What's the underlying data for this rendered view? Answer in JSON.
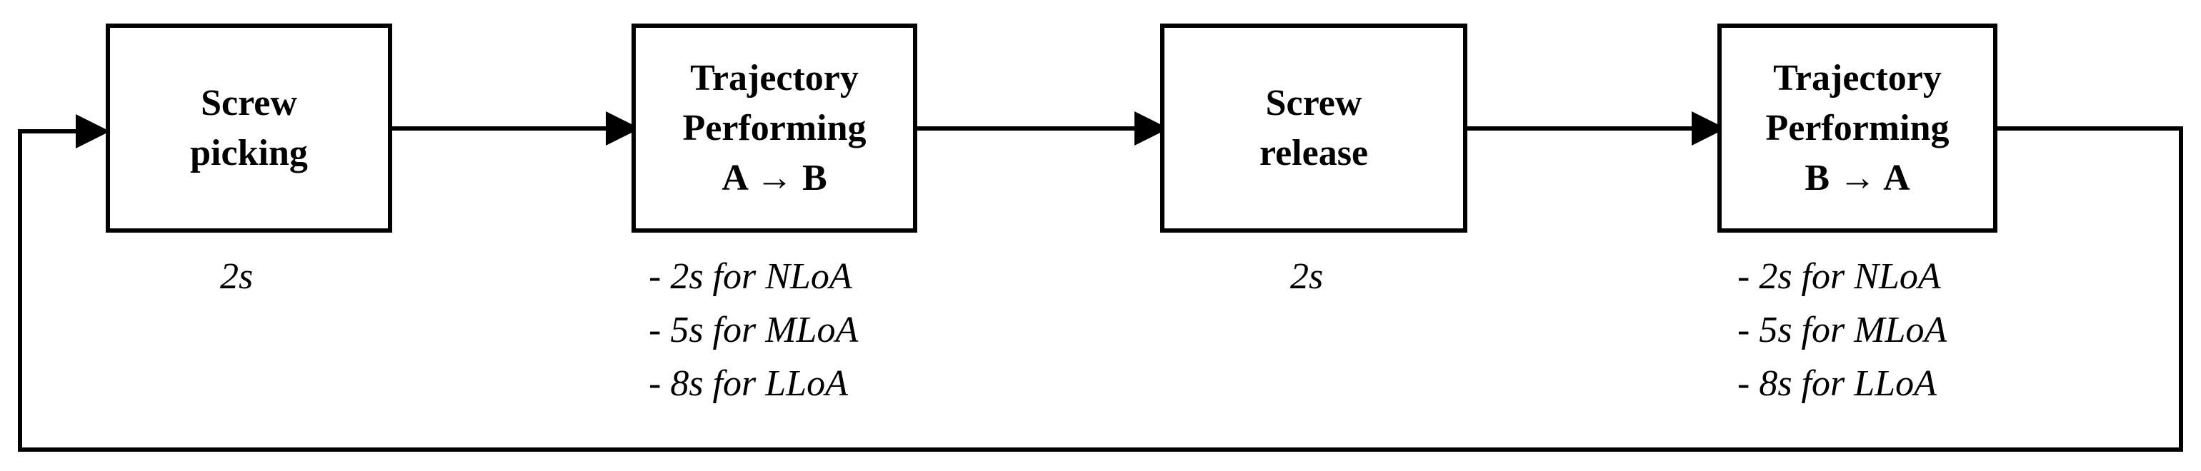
{
  "steps": [
    {
      "lines": [
        "Screw",
        "picking"
      ],
      "time": [
        "2s"
      ]
    },
    {
      "lines": [
        "Trajectory",
        "Performing",
        "A → B"
      ],
      "time": [
        "- 2s for NLoA",
        "- 5s for MLoA",
        "- 8s for LLoA"
      ]
    },
    {
      "lines": [
        "Screw",
        "release"
      ],
      "time": [
        "2s"
      ]
    },
    {
      "lines": [
        "Trajectory",
        "Performing",
        "B → A"
      ],
      "time": [
        "- 2s for NLoA",
        "- 5s for MLoA",
        "- 8s for LLoA"
      ]
    }
  ],
  "colors": {
    "stroke": "#000000",
    "background": "#ffffff"
  }
}
